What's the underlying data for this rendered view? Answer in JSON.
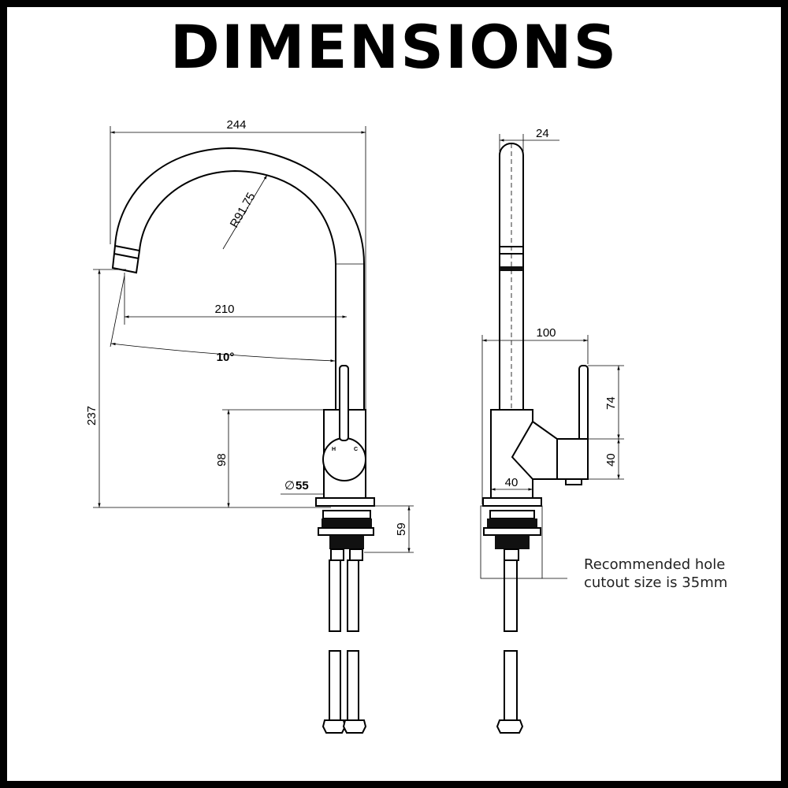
{
  "title": "DIMENSIONS",
  "dimensions": {
    "total_width": "244",
    "spout_radius": "R91.75",
    "spout_reach": "210",
    "spout_angle": "10°",
    "total_height": "237",
    "body_height": "98",
    "base_diameter_symbol": "∅",
    "base_diameter": "55",
    "shank_length": "59",
    "spout_diameter": "24",
    "handle_depth": "100",
    "handle_height": "74",
    "handle_body_height": "40",
    "body_width": "40"
  },
  "handle_marks": {
    "hot": "H",
    "cold": "C"
  },
  "note": {
    "line1": "Recommended hole",
    "line2": "cutout size is 35mm"
  }
}
